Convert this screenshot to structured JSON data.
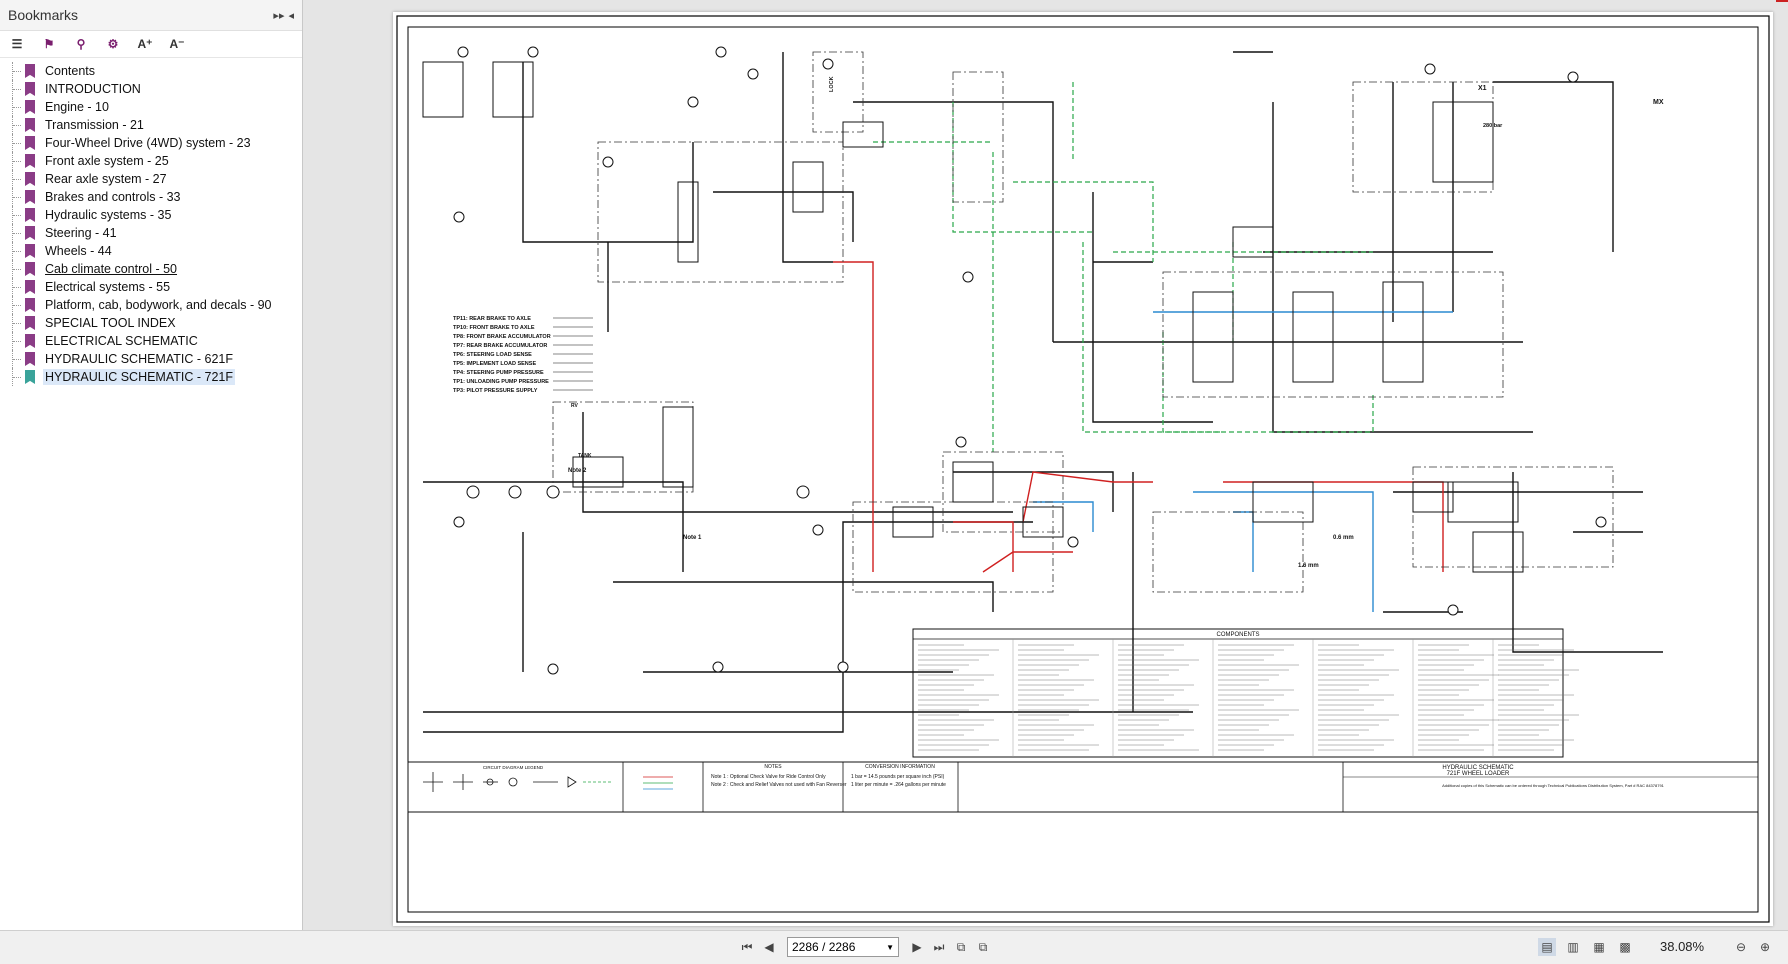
{
  "bookmarks": {
    "title": "Bookmarks",
    "items": [
      {
        "label": "Contents"
      },
      {
        "label": "INTRODUCTION"
      },
      {
        "label": "Engine - 10"
      },
      {
        "label": "Transmission - 21"
      },
      {
        "label": "Four-Wheel Drive (4WD) system - 23"
      },
      {
        "label": "Front axle system - 25"
      },
      {
        "label": "Rear axle system - 27"
      },
      {
        "label": "Brakes and controls - 33"
      },
      {
        "label": "Hydraulic systems - 35"
      },
      {
        "label": "Steering - 41"
      },
      {
        "label": "Wheels - 44"
      },
      {
        "label": "Cab climate control - 50"
      },
      {
        "label": "Electrical systems - 55"
      },
      {
        "label": "Platform, cab, bodywork, and decals - 90"
      },
      {
        "label": "SPECIAL TOOL INDEX"
      },
      {
        "label": "ELECTRICAL SCHEMATIC"
      },
      {
        "label": "HYDRAULIC SCHEMATIC - 621F"
      },
      {
        "label": "HYDRAULIC SCHEMATIC - 721F"
      }
    ]
  },
  "schematic": {
    "test_points": [
      "TP11: REAR BRAKE TO AXLE",
      "TP10: FRONT BRAKE TO AXLE",
      "TP8: FRONT BRAKE ACCUMULATOR",
      "TP7: REAR BRAKE ACCUMULATOR",
      "TP6: STEERING LOAD SENSE",
      "TP5: IMPLEMENT LOAD SENSE",
      "TP4: STEERING PUMP PRESSURE",
      "TP1: UNLOADING PUMP PRESSURE",
      "TP3: PILOT PRESSURE SUPPLY"
    ],
    "note1": "Note 1",
    "note2": "Note 2",
    "components_title": "COMPONENTS",
    "notes_title": "NOTES",
    "notes": [
      "Note 1 : Optional Check Valve for Ride Control Only",
      "Note 2 : Check and Relief Valves not used with Fan Reverser"
    ],
    "conversion_title": "CONVERSION INFORMATION",
    "conversion": [
      "1 bar = 14.5 pounds per square inch (PSI)",
      "1 liter per minute = .264 gallons per minute"
    ],
    "legend_title": "CIRCUIT DIAGRAM LEGEND",
    "title_block": [
      "HYDRAULIC SCHEMATIC",
      "721F WHEEL LOADER"
    ],
    "footer_note": "Additional copies of this Schematic can be ordered through Technical Publications Distribution System, Part # RAC 84378791",
    "labels": {
      "mx": "MX",
      "x1": "X1",
      "bar280": "280 bar",
      "lock": "LOCK",
      "mm16": "1.6 mm",
      "mm06": "0.6 mm",
      "tank": "TANK",
      "rv": "RV"
    }
  },
  "navigation": {
    "page_display": "2286 / 2286",
    "zoom": "38.08%"
  },
  "colors": {
    "accent_bookmark": "#8a3c86",
    "active_bookmark": "#3aa39a",
    "pilot_line": "#2aa84a",
    "supply_line": "#d02020",
    "return_line": "#2a8ad0"
  }
}
